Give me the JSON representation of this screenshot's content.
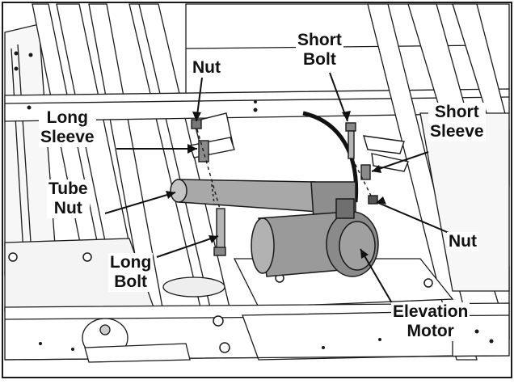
{
  "labels": {
    "nut_top": "Nut",
    "short_bolt": [
      "Short",
      "Bolt"
    ],
    "long_sleeve": [
      "Long",
      "Sleeve"
    ],
    "short_sleeve": [
      "Short",
      "Sleeve"
    ],
    "tube_nut": [
      "Tube",
      "Nut"
    ],
    "nut_right": "Nut",
    "long_bolt": [
      "Long",
      "Bolt"
    ],
    "elevation_motor": [
      "Elevation",
      "Motor"
    ]
  },
  "colors": {
    "line": "#1a1a1a",
    "motor_fill": "#9a9a9a",
    "motor_dark": "#7a7a7a",
    "panel": "#ffffff",
    "frame": "#f4f4f4"
  }
}
